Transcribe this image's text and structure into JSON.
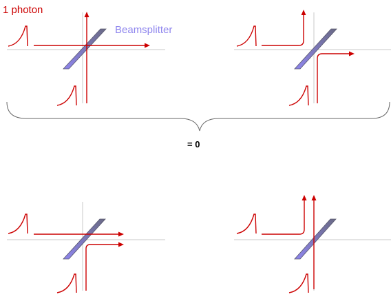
{
  "labels": {
    "photon": "1 photon",
    "beamsplitter": "Beamsplitter",
    "sum_result": "= 0"
  },
  "colors": {
    "photon_path": "#cc0000",
    "axis_line": "#c8c8c8",
    "beamsplitter_fill": "#8f86ee",
    "beamsplitter_shade": "#6a6a86",
    "beamsplitter_label": "#8f86ee",
    "brace": "#666666",
    "result_text": "#000000"
  },
  "panels": [
    {
      "name": "panel-both-transmitted",
      "outcome": "both photons transmitted"
    },
    {
      "name": "panel-both-reflected",
      "outcome": "both photons reflected"
    },
    {
      "name": "panel-both-exit-right",
      "outcome": "both photons exit right"
    },
    {
      "name": "panel-both-exit-up",
      "outcome": "both photons exit up"
    }
  ]
}
